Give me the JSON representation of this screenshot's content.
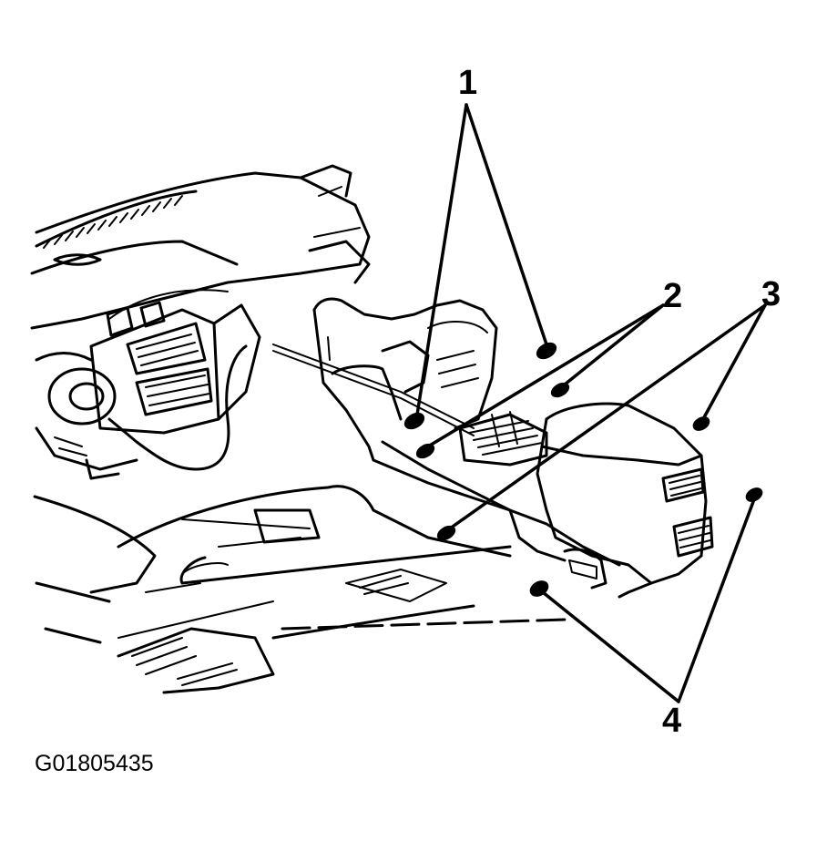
{
  "callouts": {
    "c1": "1",
    "c2": "2",
    "c3": "3",
    "c4": "4"
  },
  "figure_id": "G01805435"
}
